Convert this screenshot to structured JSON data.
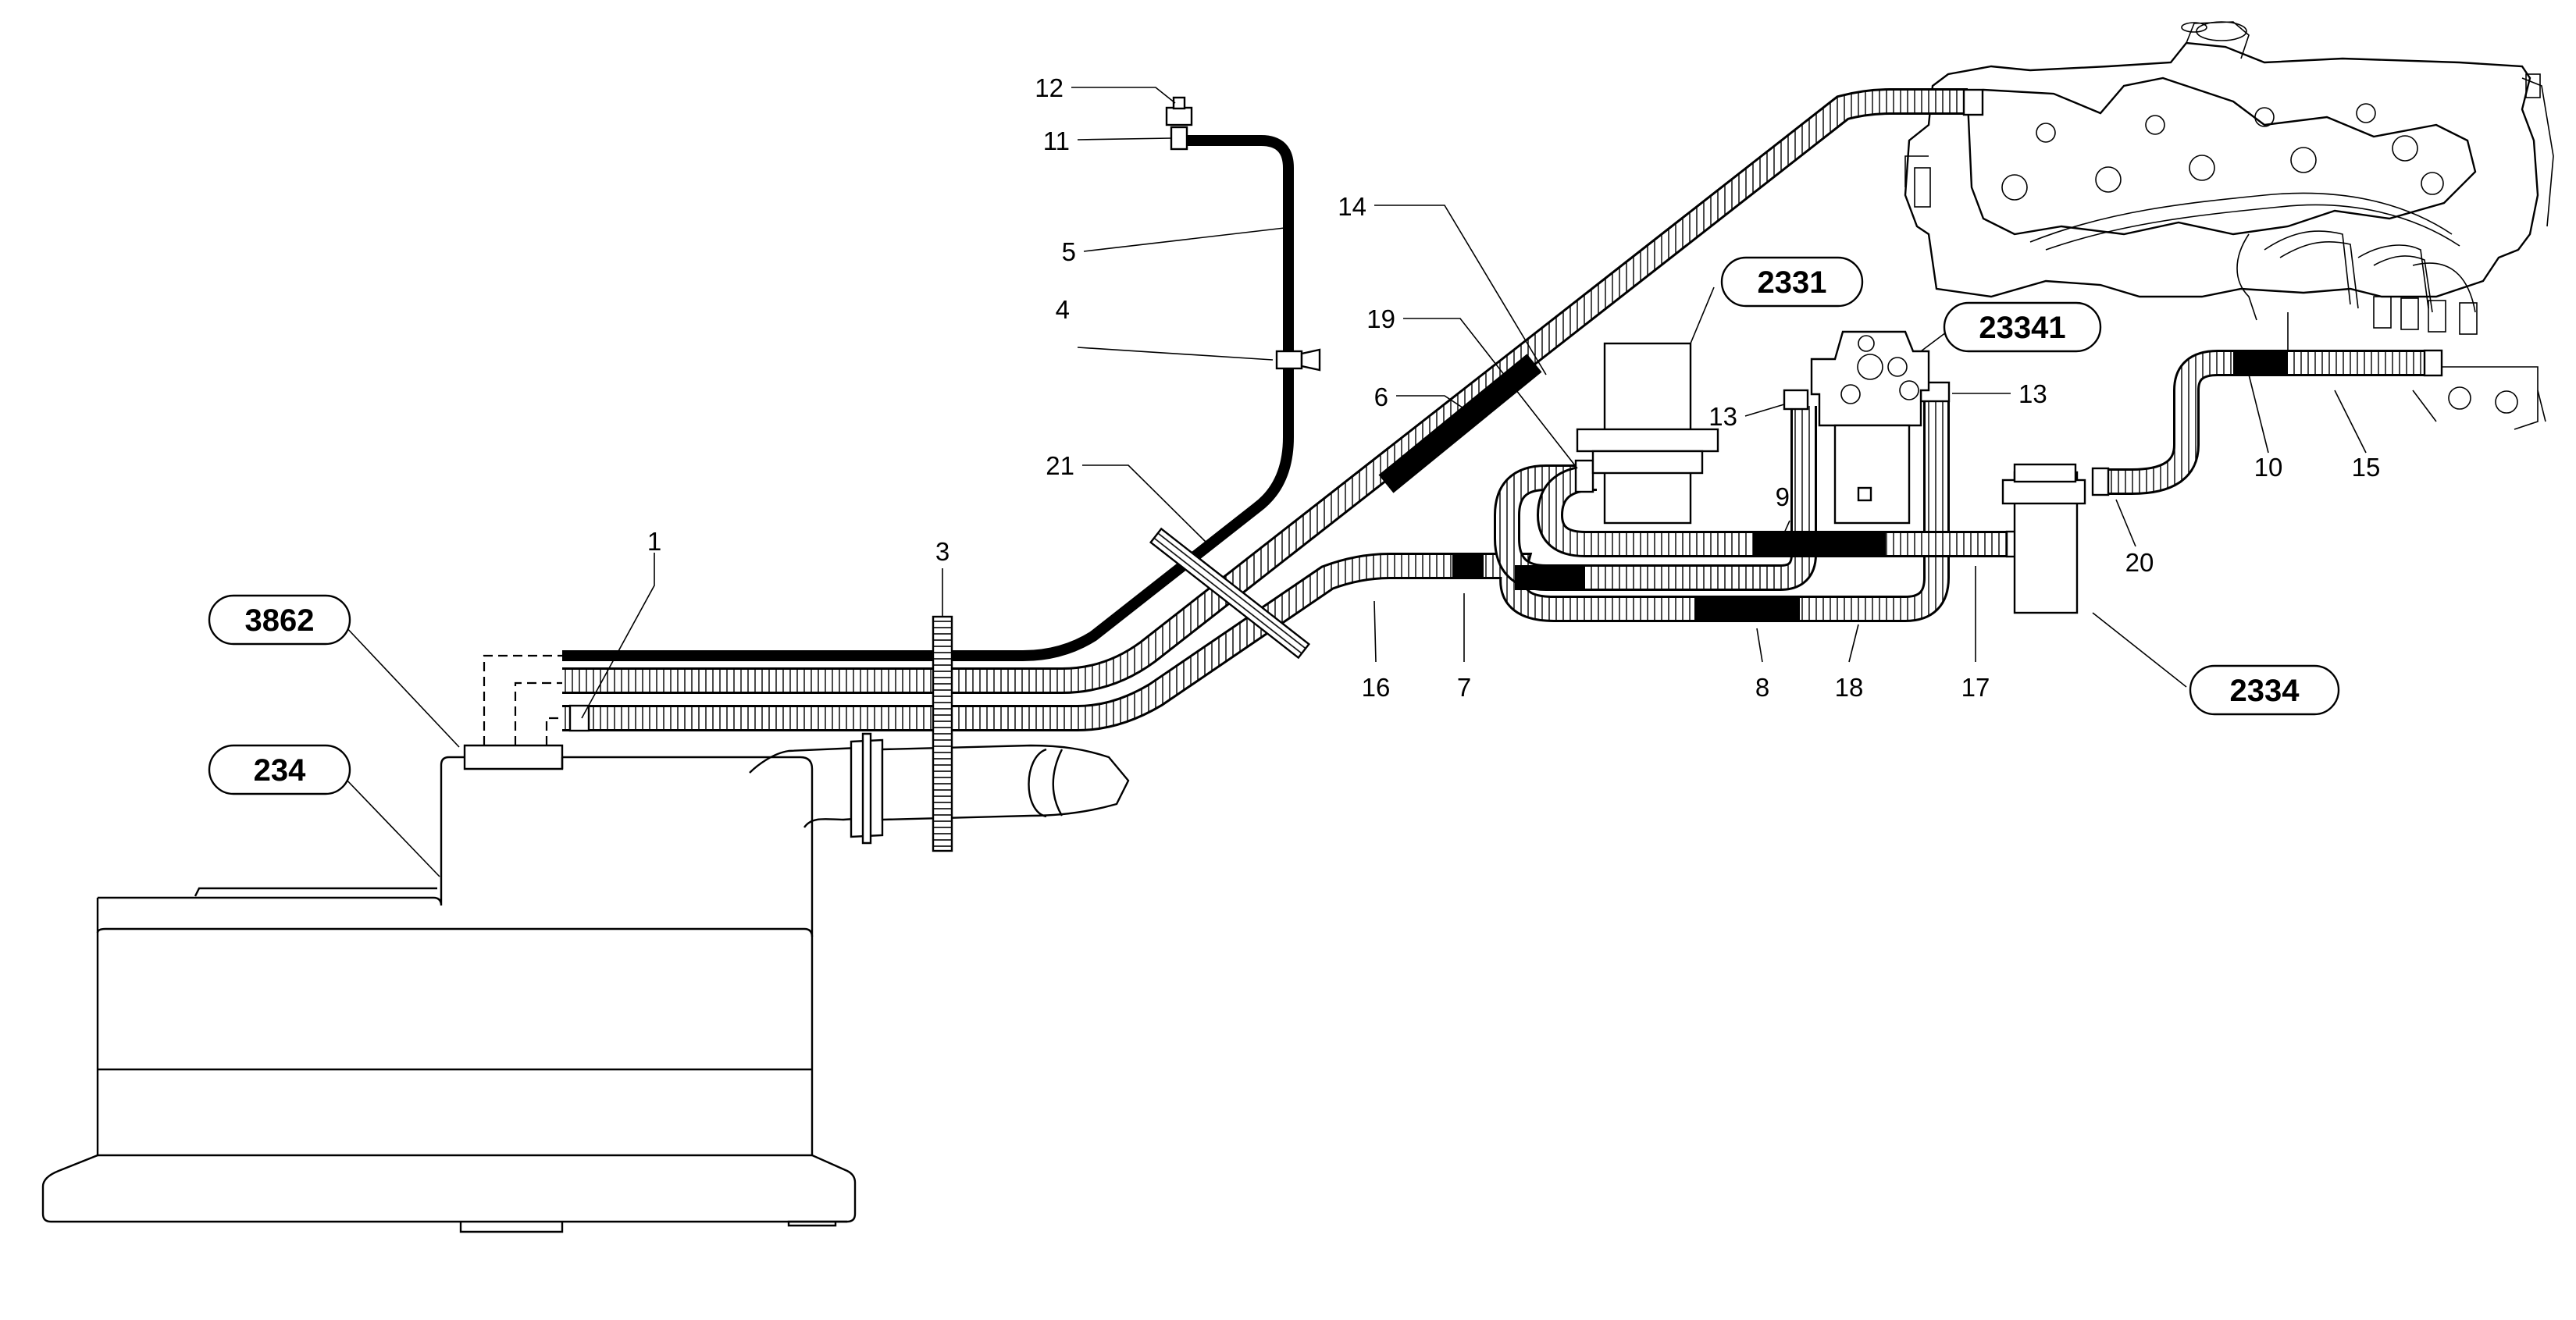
{
  "callouts": {
    "c3862": "3862",
    "c234": "234",
    "c2331": "2331",
    "c23341": "23341",
    "c2334": "2334"
  },
  "labels": {
    "n1": "1",
    "n3": "3",
    "n4": "4",
    "n5": "5",
    "n6": "6",
    "n7": "7",
    "n8": "8",
    "n9": "9",
    "n10": "10",
    "n11": "11",
    "n12": "12",
    "n13a": "13",
    "n13b": "13",
    "n14": "14",
    "n15": "15",
    "n16": "16",
    "n17": "17",
    "n18": "18",
    "n19": "19",
    "n20": "20",
    "n21": "21"
  }
}
